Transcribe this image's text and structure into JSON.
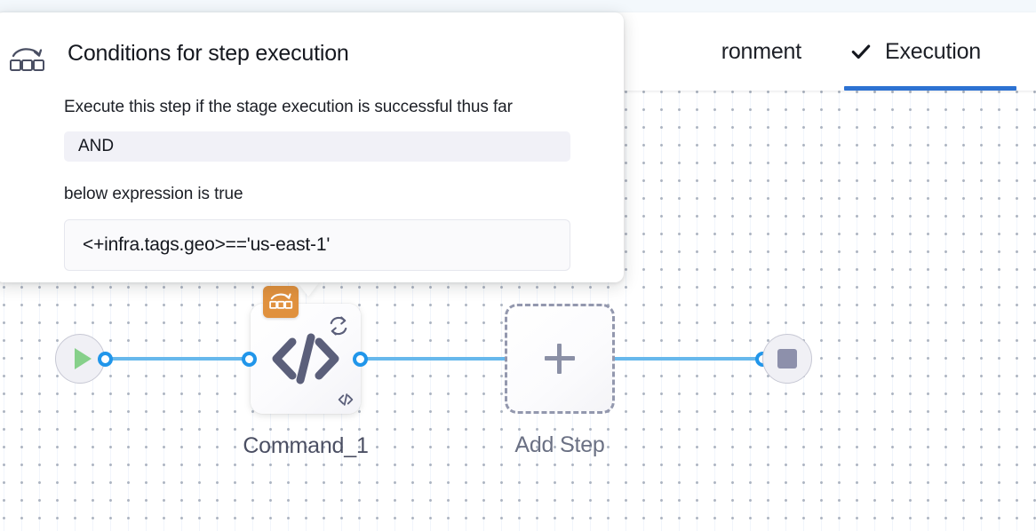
{
  "tabs": [
    {
      "id": "environment",
      "label": "ronment",
      "icon": "",
      "selected": false
    },
    {
      "id": "execution",
      "label": "Execution",
      "icon": "check-icon",
      "selected": true
    }
  ],
  "accent_color": "#2d72d2",
  "popover": {
    "icon": "loop-over-items-icon",
    "title": "Conditions for step execution",
    "line1": "Execute this step if the stage execution is successful thus far",
    "operator": "AND",
    "line2": "below expression is true",
    "expression": "<+infra.tags.geo>=='us-east-1'"
  },
  "graph": {
    "start_node": {
      "name": "start-node",
      "icon": "play-icon"
    },
    "end_node": {
      "name": "end-node",
      "icon": "stop-icon"
    },
    "command_node": {
      "label": "Command_1",
      "main_icon": "code-icon",
      "retry_icon": "retry-loop-icon",
      "footer_icon": "code-icon",
      "badge_icon": "loop-over-items-icon",
      "badge_color": "#e0913e"
    },
    "add_step_node": {
      "label": "Add Step",
      "icon": "plus-icon"
    },
    "edge_color": "#67b8ec",
    "port_color": "#2196ea"
  }
}
